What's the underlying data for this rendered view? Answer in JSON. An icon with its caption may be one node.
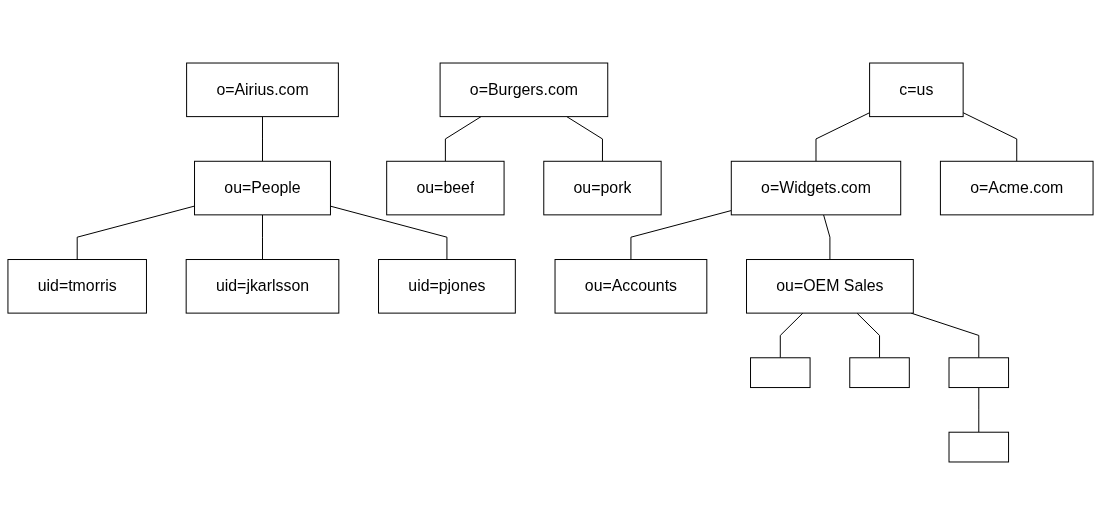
{
  "diagram": {
    "nodes": [
      {
        "text": [
          "o=Airius.com"
        ]
      },
      {
        "text": [
          "ou=People"
        ]
      },
      {
        "text": [
          "uid=tmorris"
        ]
      },
      {
        "text": [
          "uid=jkarlsson"
        ]
      },
      {
        "text": [
          "uid=pjones"
        ]
      },
      {
        "text": [
          "o=Burgers.com"
        ]
      },
      {
        "text": [
          "ou=beef"
        ]
      },
      {
        "text": [
          "ou=pork"
        ]
      },
      {
        "text": [
          "c=us"
        ]
      },
      {
        "text": [
          "o=Widgets.com"
        ]
      },
      {
        "text": [
          "o=Acme.com"
        ]
      },
      {
        "text": [
          "ou=Accounts"
        ]
      },
      {
        "text": [
          "ou=OEM Sales"
        ]
      },
      {
        "text": [],
        "shape": "box"
      },
      {
        "text": [],
        "shape": "box"
      },
      {
        "text": [],
        "shape": "box"
      },
      {
        "text": [],
        "shape": "box"
      }
    ],
    "edges": [
      {
        "from": 0,
        "to": 1,
        "arrow": "none"
      },
      {
        "from": 1,
        "to": 2,
        "arrow": "none"
      },
      {
        "from": 1,
        "to": 3,
        "arrow": "none"
      },
      {
        "from": 1,
        "to": 4,
        "arrow": "none"
      },
      {
        "from": 5,
        "to": 6,
        "arrow": "none"
      },
      {
        "from": 5,
        "to": 7,
        "arrow": "none"
      },
      {
        "from": 8,
        "to": 9,
        "arrow": "none"
      },
      {
        "from": 8,
        "to": 10,
        "arrow": "none"
      },
      {
        "from": 9,
        "to": 11,
        "arrow": "none"
      },
      {
        "from": 9,
        "to": 12,
        "arrow": "none"
      },
      {
        "from": 12,
        "to": 13,
        "arrow": "none"
      },
      {
        "from": 12,
        "to": 14,
        "arrow": "none"
      },
      {
        "from": 12,
        "to": 15,
        "arrow": "none"
      },
      {
        "from": 15,
        "to": 16,
        "arrow": "none"
      }
    ]
  }
}
